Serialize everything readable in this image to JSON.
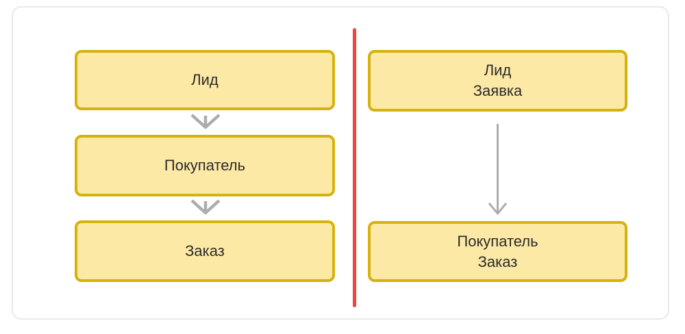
{
  "diagram": {
    "description": "Comparison of two sales pipelines separated by a red divider line",
    "left_flow": {
      "boxes": [
        {
          "label": "Лид"
        },
        {
          "label": "Покупатель"
        },
        {
          "label": "Заказ"
        }
      ]
    },
    "right_flow": {
      "boxes": [
        {
          "line1": "Лид",
          "line2": "Заявка"
        },
        {
          "line1": "Покупатель",
          "line2": "Заказ"
        }
      ]
    },
    "colors": {
      "box_fill": "#FCE9A5",
      "box_border": "#D5B20E",
      "arrow": "#ACACAC",
      "divider": "#F3433F",
      "text": "#2B2B2B",
      "card_border": "#E9E9E9"
    }
  }
}
